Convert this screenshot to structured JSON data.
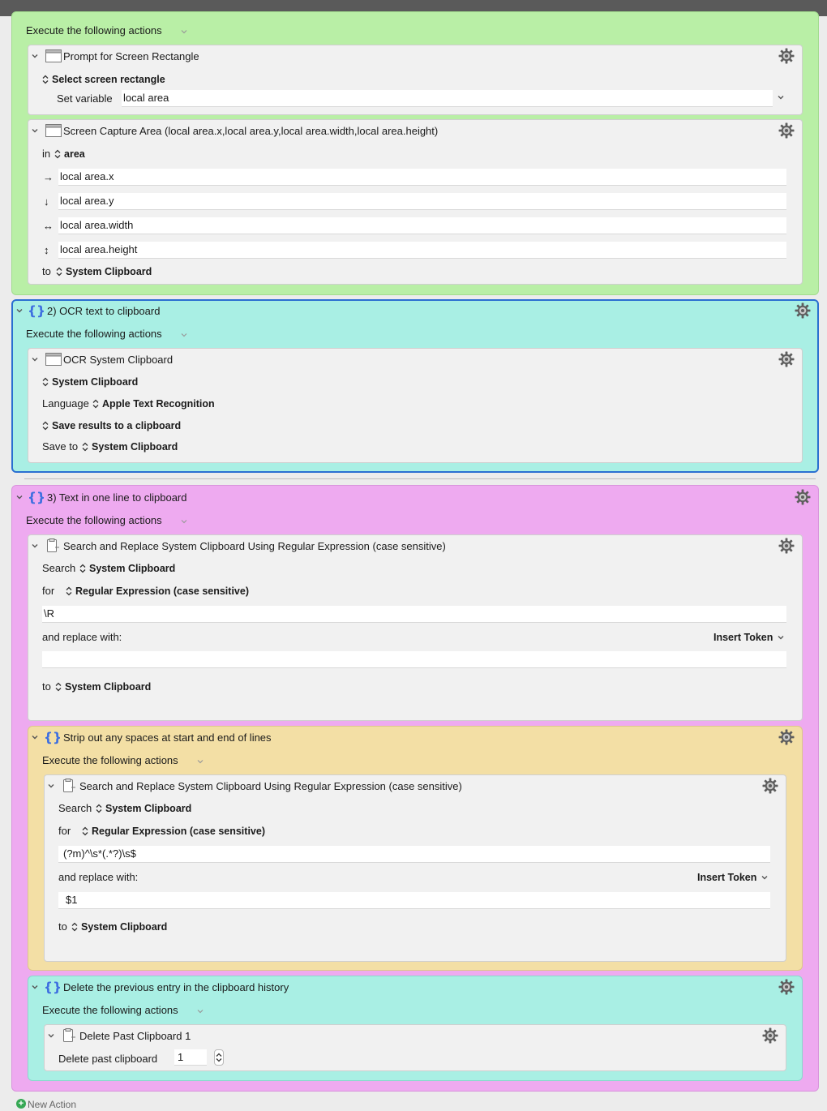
{
  "colors": {
    "green": "#b9efa6",
    "cyan": "#a9efe4",
    "pink": "#eeaaf0",
    "yellow": "#f3dfa5",
    "selection": "#2a6fd1"
  },
  "group1": {
    "execute_label": "Execute the following actions",
    "prompt": {
      "title": "Prompt for Screen Rectangle",
      "select_label": "Select screen rectangle",
      "set_variable_label": "Set variable",
      "variable_value": "local area"
    },
    "capture": {
      "title": "Screen Capture Area (local area.x,local area.y,local area.width,local area.height)",
      "in_label": "in",
      "in_value": "area",
      "x_value": "local area.x",
      "y_value": "local area.y",
      "width_value": "local area.width",
      "height_value": "local area.height",
      "to_label": "to",
      "to_value": "System Clipboard"
    }
  },
  "group2": {
    "title": "2) OCR text to clipboard",
    "execute_label": "Execute the following actions",
    "ocr": {
      "title": "OCR System Clipboard",
      "source": "System Clipboard",
      "language_label": "Language",
      "language_value": "Apple Text Recognition",
      "save_mode": "Save results to a clipboard",
      "save_to_label": "Save to",
      "save_to_value": "System Clipboard"
    }
  },
  "group3": {
    "title": "3) Text in one line to clipboard",
    "execute_label": "Execute the following actions",
    "search1": {
      "title": "Search and Replace System Clipboard Using Regular Expression (case sensitive)",
      "search_label": "Search",
      "search_value": "System Clipboard",
      "for_label": "for",
      "for_value": "Regular Expression (case sensitive)",
      "pattern": "\\R",
      "replace_label": "and replace with:",
      "insert_token": "Insert Token",
      "replace_value": "",
      "to_label": "to",
      "to_value": "System Clipboard"
    },
    "strip": {
      "title": "Strip out any spaces at start and end of lines",
      "execute_label": "Execute the following actions",
      "search2": {
        "title": "Search and Replace System Clipboard Using Regular Expression (case sensitive)",
        "search_label": "Search",
        "search_value": "System Clipboard",
        "for_label": "for",
        "for_value": "Regular Expression (case sensitive)",
        "pattern": "(?m)^\\s*(.*?)\\s$",
        "replace_label": "and replace with:",
        "insert_token": "Insert Token",
        "replace_value": "$1",
        "to_label": "to",
        "to_value": "System Clipboard"
      }
    },
    "delete": {
      "title": "Delete the previous entry in the clipboard history",
      "execute_label": "Execute the following actions",
      "action": {
        "title": "Delete Past Clipboard 1",
        "label": "Delete past clipboard",
        "value": "1"
      }
    }
  },
  "footer": {
    "new_action": "New Action"
  }
}
